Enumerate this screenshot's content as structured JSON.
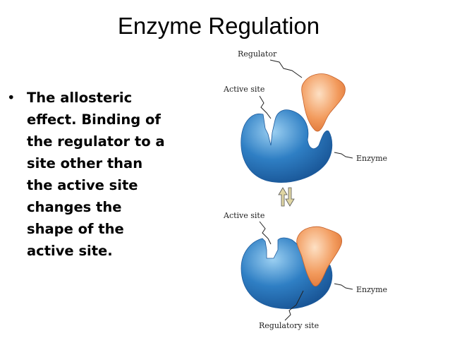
{
  "slide": {
    "title": "Enzyme Regulation",
    "bullet": "The allosteric effect. Binding of the regulator to a site other than the active site changes the shape of the active site.",
    "bullet_lines": [
      "The allosteric",
      "effect. Binding of",
      "the regulator to a",
      "site other than",
      "the active site",
      "changes the",
      "shape of the",
      "active site."
    ]
  },
  "diagram": {
    "top_labels": {
      "regulator": "Regulator",
      "active_site": "Active site",
      "enzyme": "Enzyme"
    },
    "bottom_labels": {
      "active_site": "Active site",
      "enzyme": "Enzyme",
      "regulatory_site": "Regulatory site"
    },
    "colors": {
      "enzyme": "#2f7fc4",
      "regulator": "#f29a5c",
      "arrow": "#e0d6a4"
    }
  }
}
